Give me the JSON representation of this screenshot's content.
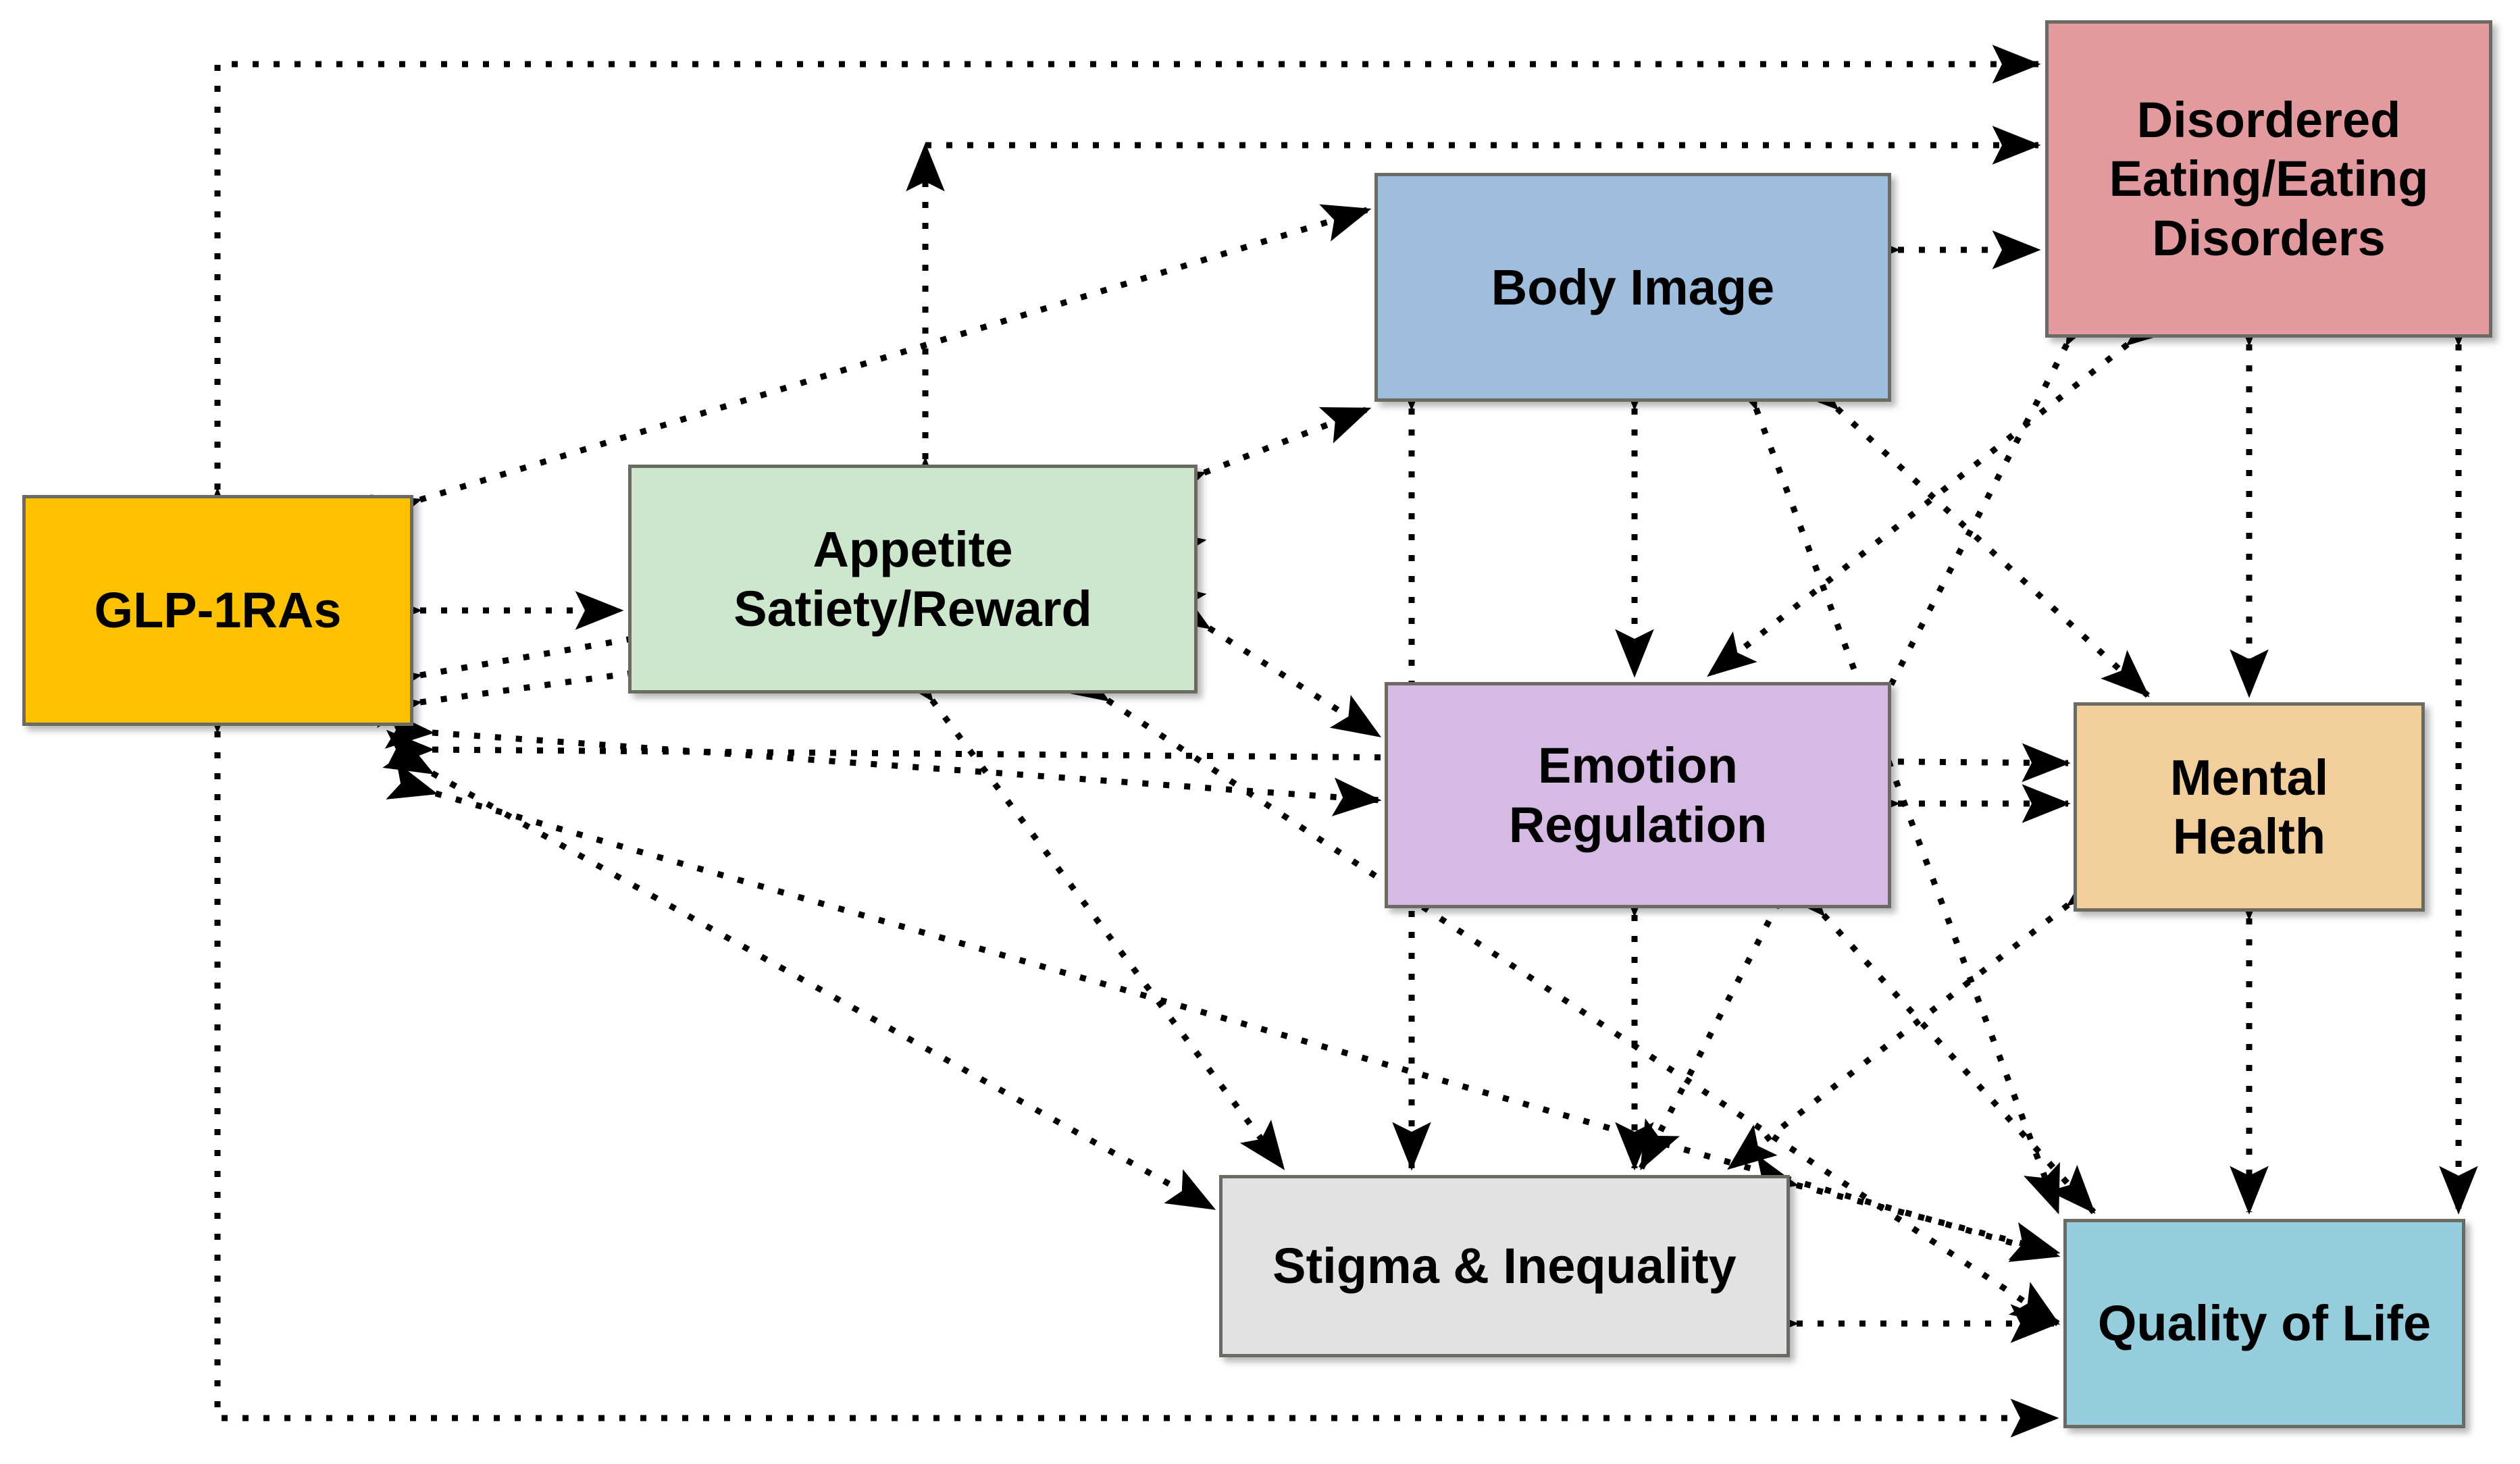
{
  "diagram": {
    "title": "GLP-1RAs conceptual model",
    "edge_style": "dotted",
    "arrow_color": "#000000",
    "background": "#ffffff",
    "border_color": "#6b6b63"
  },
  "nodes": [
    {
      "id": "glp",
      "label": "GLP-1RAs",
      "color": "#FDC100"
    },
    {
      "id": "app",
      "label": "Appetite\nSatiety/Reward",
      "color": "#CDE7CD"
    },
    {
      "id": "body",
      "label": "Body Image",
      "color": "#9FBEDD"
    },
    {
      "id": "ded",
      "label": "Disordered\nEating/Eating\nDisorders",
      "color": "#E29A9F"
    },
    {
      "id": "emo",
      "label": "Emotion\nRegulation",
      "color": "#D5BAE4"
    },
    {
      "id": "mh",
      "label": "Mental\nHealth",
      "color": "#F2CE9B"
    },
    {
      "id": "stig",
      "label": "Stigma & Inequality",
      "color": "#E2E2E2"
    },
    {
      "id": "qol",
      "label": "Quality of Life",
      "color": "#96CDDD"
    }
  ],
  "edges": [
    {
      "from": "glp",
      "to": "ded",
      "direction": "bidirectional",
      "routing": "orthogonal-top"
    },
    {
      "from": "app",
      "to": "ded",
      "direction": "bidirectional",
      "routing": "orthogonal-top"
    },
    {
      "from": "glp",
      "to": "qol",
      "direction": "bidirectional",
      "routing": "orthogonal-bottom"
    },
    {
      "from": "glp",
      "to": "app",
      "direction": "bidirectional",
      "routing": "straight"
    },
    {
      "from": "glp",
      "to": "body",
      "direction": "bidirectional",
      "routing": "straight"
    },
    {
      "from": "glp",
      "to": "emo",
      "direction": "bidirectional",
      "routing": "straight"
    },
    {
      "from": "glp",
      "to": "mh",
      "direction": "bidirectional",
      "routing": "straight"
    },
    {
      "from": "glp",
      "to": "stig",
      "direction": "bidirectional",
      "routing": "straight"
    },
    {
      "from": "app",
      "to": "body",
      "direction": "bidirectional",
      "routing": "straight"
    },
    {
      "from": "app",
      "to": "emo",
      "direction": "bidirectional",
      "routing": "straight"
    },
    {
      "from": "app",
      "to": "stig",
      "direction": "bidirectional",
      "routing": "straight"
    },
    {
      "from": "app",
      "to": "qol",
      "direction": "bidirectional",
      "routing": "straight"
    },
    {
      "from": "body",
      "to": "ded",
      "direction": "bidirectional",
      "routing": "straight"
    },
    {
      "from": "body",
      "to": "emo",
      "direction": "bidirectional",
      "routing": "straight"
    },
    {
      "from": "body",
      "to": "stig",
      "direction": "bidirectional",
      "routing": "straight"
    },
    {
      "from": "body",
      "to": "qol",
      "direction": "bidirectional",
      "routing": "straight"
    },
    {
      "from": "body",
      "to": "mh",
      "direction": "bidirectional",
      "routing": "straight"
    },
    {
      "from": "ded",
      "to": "emo",
      "direction": "bidirectional",
      "routing": "straight"
    },
    {
      "from": "ded",
      "to": "mh",
      "direction": "bidirectional",
      "routing": "straight"
    },
    {
      "from": "ded",
      "to": "stig",
      "direction": "bidirectional",
      "routing": "straight"
    },
    {
      "from": "ded",
      "to": "qol",
      "direction": "bidirectional",
      "routing": "straight"
    },
    {
      "from": "emo",
      "to": "mh",
      "direction": "bidirectional",
      "routing": "straight"
    },
    {
      "from": "emo",
      "to": "stig",
      "direction": "bidirectional",
      "routing": "straight"
    },
    {
      "from": "emo",
      "to": "qol",
      "direction": "bidirectional",
      "routing": "straight"
    },
    {
      "from": "mh",
      "to": "qol",
      "direction": "bidirectional",
      "routing": "straight"
    },
    {
      "from": "mh",
      "to": "stig",
      "direction": "bidirectional",
      "routing": "straight"
    },
    {
      "from": "stig",
      "to": "qol",
      "direction": "bidirectional",
      "routing": "straight"
    }
  ]
}
